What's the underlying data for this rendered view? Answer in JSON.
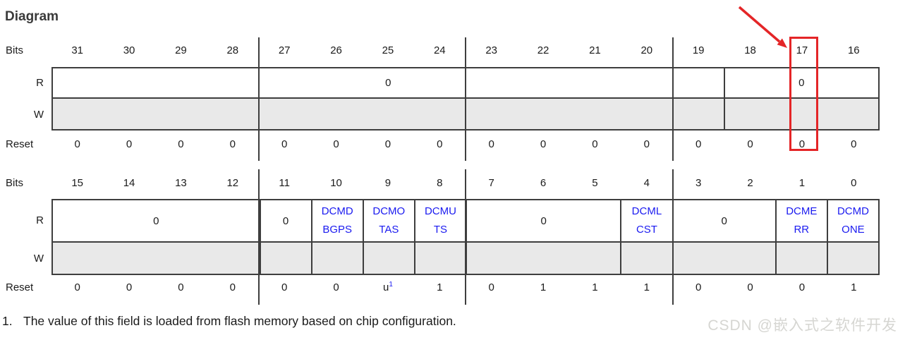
{
  "title": "Diagram",
  "labels": {
    "bits": "Bits",
    "read": "R",
    "write": "W",
    "reset": "Reset"
  },
  "colors": {
    "border": "#3e3e3e",
    "w_fill": "#e9e9e9",
    "field_blue": "#1a1af0",
    "highlight_red": "#e42527",
    "text": "#1b1b1b",
    "title_gray": "#3a3a3a",
    "watermark_gray": "#d6d6d2"
  },
  "registers": [
    {
      "name": "bits-31-16",
      "bit_labels": [
        "31",
        "30",
        "29",
        "28",
        "27",
        "26",
        "25",
        "24",
        "23",
        "22",
        "21",
        "20",
        "19",
        "18",
        "17",
        "16"
      ],
      "r_cells": [
        {
          "span": 13,
          "value": "0"
        },
        {
          "span": 3,
          "value": "0"
        }
      ],
      "w_cells": [
        {
          "span": 13
        },
        {
          "span": 3
        }
      ],
      "reset_values": [
        "0",
        "0",
        "0",
        "0",
        "0",
        "0",
        "0",
        "0",
        "0",
        "0",
        "0",
        "0",
        "0",
        "0",
        "0",
        "0"
      ]
    },
    {
      "name": "bits-15-0",
      "bit_labels": [
        "15",
        "14",
        "13",
        "12",
        "11",
        "10",
        "9",
        "8",
        "7",
        "6",
        "5",
        "4",
        "3",
        "2",
        "1",
        "0"
      ],
      "r_cells": [
        {
          "span": 4,
          "value": "0"
        },
        {
          "span": 1,
          "value": "0"
        },
        {
          "span": 1,
          "field": [
            "DCMD",
            "BGPS"
          ]
        },
        {
          "span": 1,
          "field": [
            "DCMO",
            "TAS"
          ]
        },
        {
          "span": 1,
          "field": [
            "DCMU",
            "TS"
          ]
        },
        {
          "span": 3,
          "value": "0"
        },
        {
          "span": 1,
          "field": [
            "DCML",
            "CST"
          ]
        },
        {
          "span": 2,
          "value": "0"
        },
        {
          "span": 1,
          "field": [
            "DCME",
            "RR"
          ]
        },
        {
          "span": 1,
          "field": [
            "DCMD",
            "ONE"
          ]
        }
      ],
      "w_cells": [
        {
          "span": 4
        },
        {
          "span": 1
        },
        {
          "span": 1
        },
        {
          "span": 1
        },
        {
          "span": 1
        },
        {
          "span": 3
        },
        {
          "span": 1
        },
        {
          "span": 2
        },
        {
          "span": 1
        },
        {
          "span": 1
        }
      ],
      "reset_values": [
        "0",
        "0",
        "0",
        "0",
        "0",
        "0",
        "u^1",
        "1",
        "0",
        "1",
        "1",
        "1",
        "0",
        "0",
        "0",
        "1"
      ]
    }
  ],
  "highlight": {
    "target_bit": "17"
  },
  "footnote": {
    "number": "1.",
    "text": "The value of this field is loaded from flash memory based on chip configuration."
  },
  "watermark": "CSDN @嵌入式之软件开发"
}
